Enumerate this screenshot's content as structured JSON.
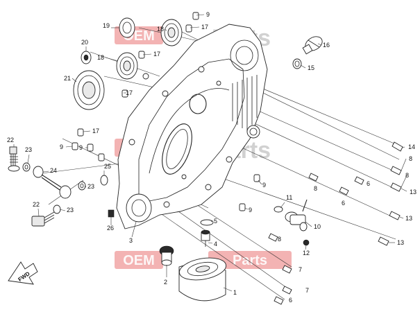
{
  "watermark": {
    "oem": "OEM",
    "parts": "Parts"
  },
  "direction_arrow": {
    "label": "FWD"
  },
  "callouts": [
    {
      "num": "1"
    },
    {
      "num": "2"
    },
    {
      "num": "3"
    },
    {
      "num": "4"
    },
    {
      "num": "5"
    },
    {
      "num": "6"
    },
    {
      "num": "6"
    },
    {
      "num": "6"
    },
    {
      "num": "7"
    },
    {
      "num": "7"
    },
    {
      "num": "8"
    },
    {
      "num": "8"
    },
    {
      "num": "8"
    },
    {
      "num": "9"
    },
    {
      "num": "9"
    },
    {
      "num": "9"
    },
    {
      "num": "9"
    },
    {
      "num": "9"
    },
    {
      "num": "10"
    },
    {
      "num": "11"
    },
    {
      "num": "12"
    },
    {
      "num": "13"
    },
    {
      "num": "13"
    },
    {
      "num": "13"
    },
    {
      "num": "14"
    },
    {
      "num": "15"
    },
    {
      "num": "16"
    },
    {
      "num": "17"
    },
    {
      "num": "17"
    },
    {
      "num": "17"
    },
    {
      "num": "17"
    },
    {
      "num": "18"
    },
    {
      "num": "18"
    },
    {
      "num": "19"
    },
    {
      "num": "20"
    },
    {
      "num": "21"
    },
    {
      "num": "22"
    },
    {
      "num": "22"
    },
    {
      "num": "23"
    },
    {
      "num": "23"
    },
    {
      "num": "23"
    },
    {
      "num": "24"
    },
    {
      "num": "25"
    },
    {
      "num": "26"
    },
    {
      "num": "8"
    }
  ]
}
